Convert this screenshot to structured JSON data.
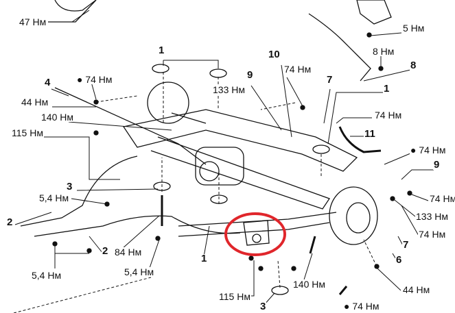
{
  "diagram": {
    "highlight_color": "#e0262b",
    "labels": [
      {
        "id": "t47",
        "text": "47 Нм"
      },
      {
        "id": "n1a",
        "text": "1"
      },
      {
        "id": "t133a",
        "text": "133 Нм"
      },
      {
        "id": "n10",
        "text": "10"
      },
      {
        "id": "t74a",
        "text": "74 Нм"
      },
      {
        "id": "n9a",
        "text": "9"
      },
      {
        "id": "n7a",
        "text": "7"
      },
      {
        "id": "n1b",
        "text": "1"
      },
      {
        "id": "t5",
        "text": "5 Нм"
      },
      {
        "id": "t8",
        "text": "8 Нм"
      },
      {
        "id": "n8",
        "text": "8"
      },
      {
        "id": "t74b",
        "text": "● 74 Нм"
      },
      {
        "id": "n4",
        "text": "4"
      },
      {
        "id": "t44a",
        "text": "44 Нм"
      },
      {
        "id": "t140a",
        "text": "140 Нм"
      },
      {
        "id": "t115a",
        "text": "115 Нм"
      },
      {
        "id": "t74c",
        "text": "74 Нм"
      },
      {
        "id": "n11",
        "text": "11"
      },
      {
        "id": "t74d",
        "text": "● 74 Нм"
      },
      {
        "id": "n9b",
        "text": "9"
      },
      {
        "id": "t74e",
        "text": "74 Нм"
      },
      {
        "id": "t133b",
        "text": "133 Нм"
      },
      {
        "id": "t74f",
        "text": "74 Нм"
      },
      {
        "id": "n7b",
        "text": "7"
      },
      {
        "id": "n6",
        "text": "6"
      },
      {
        "id": "t44b",
        "text": "44 Нм"
      },
      {
        "id": "n3a",
        "text": "3"
      },
      {
        "id": "t54a",
        "text": "5,4 Нм"
      },
      {
        "id": "n2a",
        "text": "2"
      },
      {
        "id": "n2b",
        "text": "2"
      },
      {
        "id": "t84",
        "text": "84 Нм"
      },
      {
        "id": "t54b",
        "text": "5,4 Нм"
      },
      {
        "id": "n1c",
        "text": "1"
      },
      {
        "id": "t54c",
        "text": "5,4 Нм"
      },
      {
        "id": "t115b",
        "text": "115 Нм"
      },
      {
        "id": "t140b",
        "text": "140 Нм"
      },
      {
        "id": "n3b",
        "text": "3"
      },
      {
        "id": "t74g",
        "text": "● 74 Нм"
      }
    ]
  }
}
